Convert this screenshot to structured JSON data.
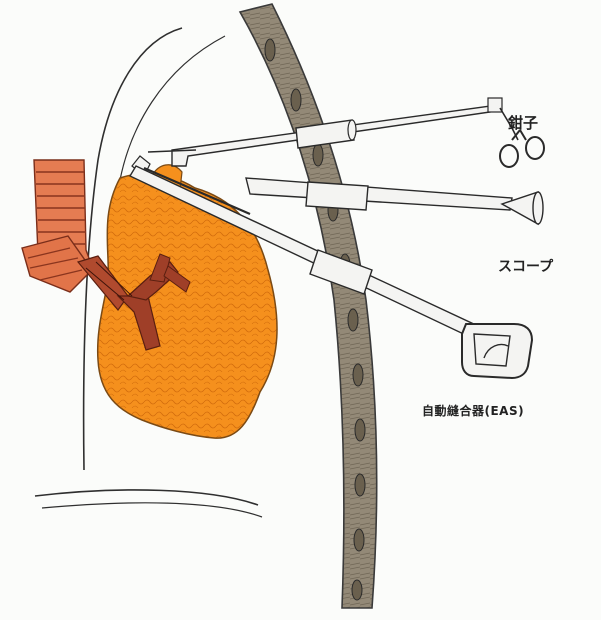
{
  "labels": {
    "forceps": "鉗子",
    "scope": "スコープ",
    "stapler": "自動縫合器(EAS)"
  },
  "colors": {
    "lung": "#f5901d",
    "lung_texture": "#d26c0c",
    "trachea": "#e57c52",
    "bronchi": "#a0412c",
    "chest_wall": "#938977",
    "instrument": "#f4f4f2",
    "outline": "#2a2a2a",
    "background": "#fbfcfa"
  }
}
